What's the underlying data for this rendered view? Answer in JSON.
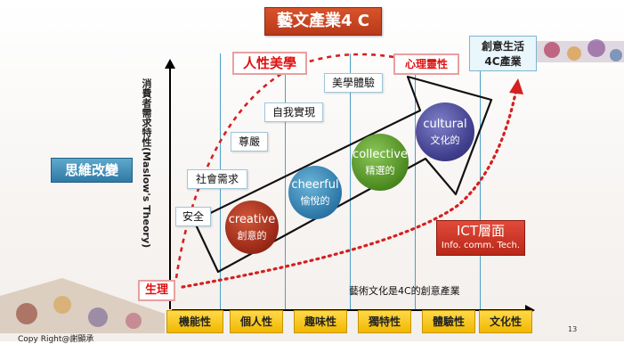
{
  "title": "藝文產業4 C",
  "left_label": "思維改變",
  "y_axis_label": "消費者需求特性(Maslow's Theory)",
  "x_categories": [
    "機能性",
    "個人性",
    "趣味性",
    "獨特性",
    "體驗性",
    "文化性"
  ],
  "x_axis_caption": "藝術文化是4C的創意產業",
  "needs": {
    "physiological": "生理",
    "safety": "安全",
    "social": "社會需求",
    "esteem": "尊嚴",
    "self_actualization": "自我實現",
    "aesthetic": "美學體驗"
  },
  "red_labels": {
    "humanity": "人性美學",
    "spiritual": "心理靈性"
  },
  "circles": [
    {
      "en": "creative",
      "zh": "創意的",
      "color": "#9c2a18"
    },
    {
      "en": "cheerful",
      "zh": "愉悅的",
      "color": "#2f7aaa"
    },
    {
      "en": "collective",
      "zh": "精選的",
      "color": "#4f8d22"
    },
    {
      "en": "cultural",
      "zh": "文化的",
      "color": "#3f3f8e"
    }
  ],
  "ict": {
    "title": "ICT層面",
    "subtitle": "Info. comm. Tech."
  },
  "creative_life": {
    "line1": "創意生活",
    "line2": "4C產業"
  },
  "copyright": "Copy Right@謝顯承",
  "page_number": "13",
  "colors": {
    "accent_red": "#e01010",
    "axis_blue": "#4aa0c8",
    "title_bg": "#c8441f",
    "category_yellow": "#f5c400"
  }
}
